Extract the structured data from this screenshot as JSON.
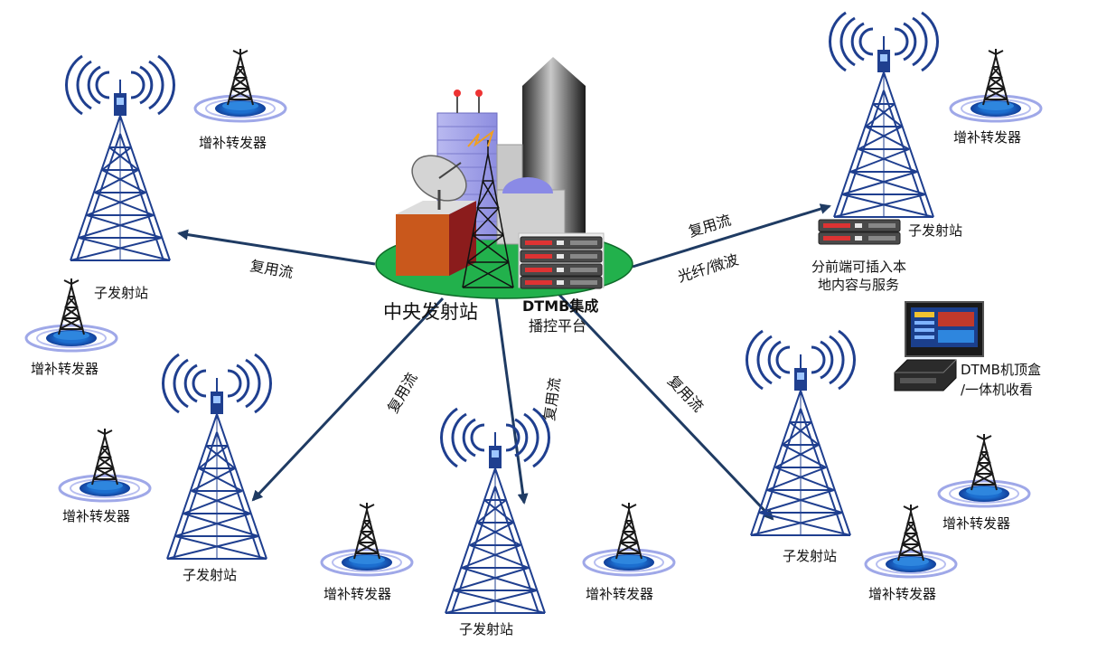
{
  "central": {
    "name": "中央发射站",
    "platform_line1": "DTMB集成",
    "platform_line2": "播控平台"
  },
  "link_labels": {
    "left": "复用流",
    "right_top": "复用流",
    "right_bottom": "光纤/微波",
    "down_left": "复用流",
    "down_center": "复用流",
    "down_right": "复用流"
  },
  "sub_station_label": "子发射站",
  "repeater_label": "增补转发器",
  "branch_front_end": {
    "line1": "分前端可插入本",
    "line2": "地内容与服务"
  },
  "receiver": {
    "line1": "DTMB机顶盒",
    "line2": "/一体机收看"
  },
  "colors": {
    "arrow": "#1f3b63",
    "tower": "#1f3f8f",
    "ellipse_fill": "#22b14c",
    "repeater_ring": "#9fa8e8"
  }
}
